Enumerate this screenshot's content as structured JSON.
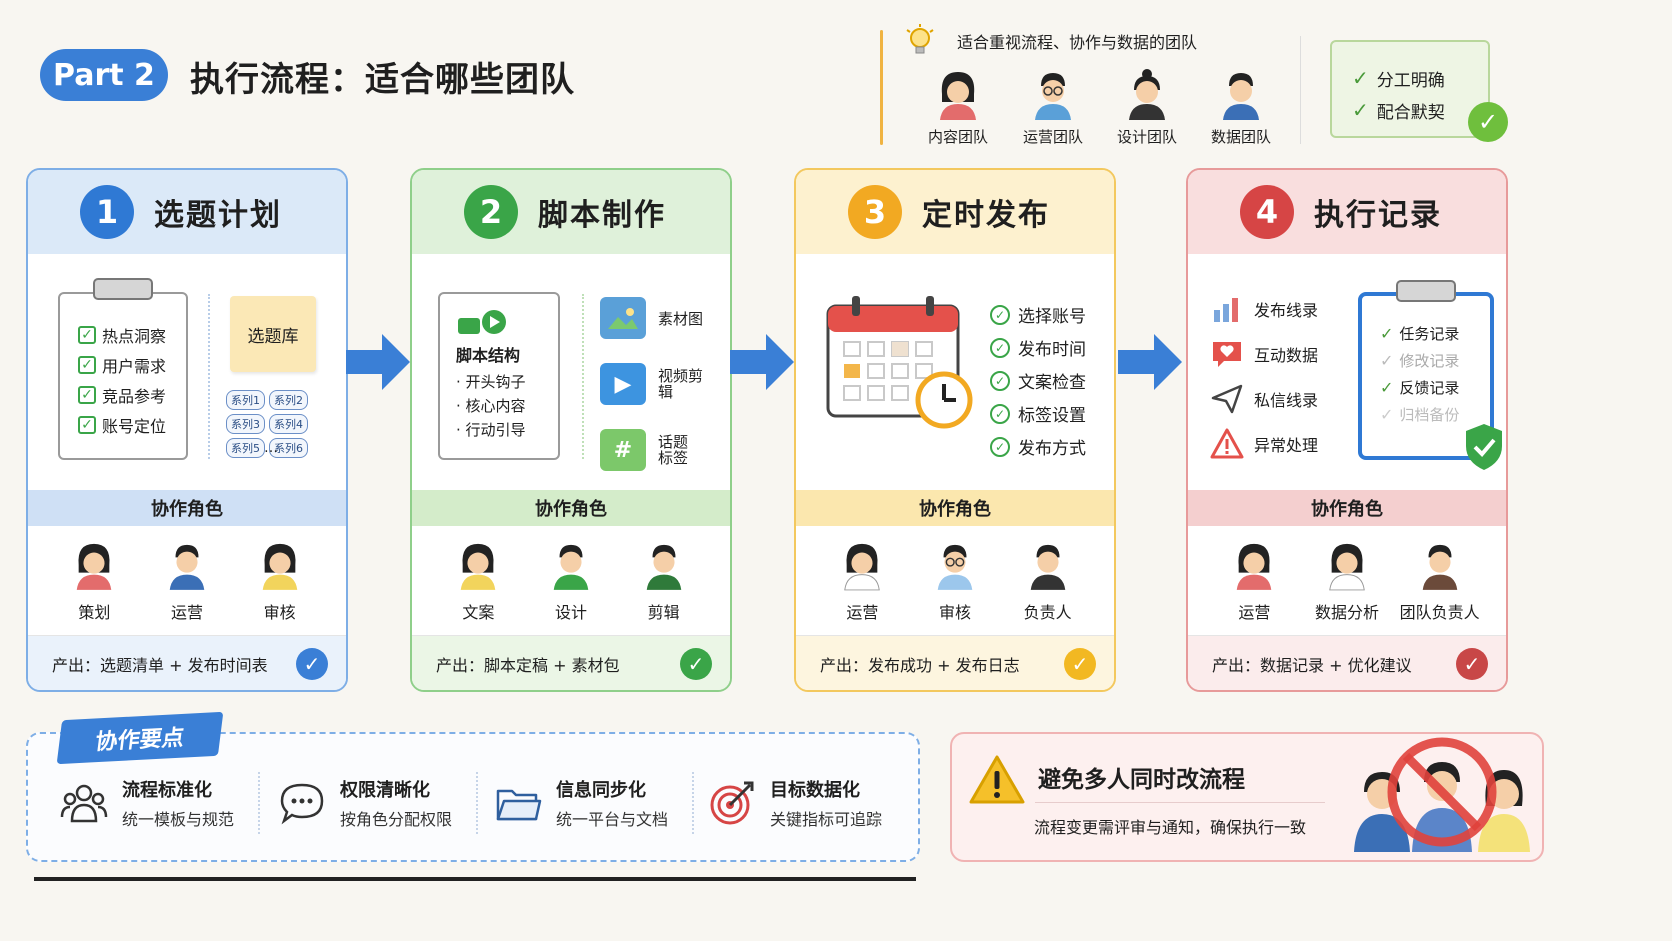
{
  "header": {
    "part_label": "Part 2",
    "title": "执行流程：适合哪些团队",
    "teams_caption": "适合重视流程、协作与数据的团队",
    "teams": [
      "内容团队",
      "运营团队",
      "设计团队",
      "数据团队"
    ],
    "note_items": [
      "分工明确",
      "配合默契"
    ]
  },
  "steps": [
    {
      "number": "1",
      "title": "选题计划",
      "checklist": [
        "热点洞察",
        "用户需求",
        "竞品参考",
        "账号定位"
      ],
      "library_label": "选题库",
      "library_chips": [
        "系列1",
        "系列2",
        "系列3",
        "系列4",
        "系列5",
        "系列6"
      ],
      "library_more": "…",
      "roles_header": "协作角色",
      "roles": [
        "策划",
        "运营",
        "审核"
      ],
      "output": "产出：选题清单 + 发布时间表"
    },
    {
      "number": "2",
      "title": "脚本制作",
      "doc_title": "脚本结构",
      "doc_items": [
        "· 开头钩子",
        "· 核心内容",
        "· 行动引导"
      ],
      "assets": [
        "素材图",
        "视频剪辑",
        "话题标签"
      ],
      "roles_header": "协作角色",
      "roles": [
        "文案",
        "设计",
        "剪辑"
      ],
      "output": "产出：脚本定稿 + 素材包"
    },
    {
      "number": "3",
      "title": "定时发布",
      "checklist": [
        "选择账号",
        "发布时间",
        "文案检查",
        "标签设置",
        "发布方式"
      ],
      "roles_header": "协作角色",
      "roles": [
        "运营",
        "审核",
        "负责人"
      ],
      "output": "产出：发布成功 + 发布日志"
    },
    {
      "number": "4",
      "title": "执行记录",
      "log_items": [
        "发布线录",
        "互动数据",
        "私信线录",
        "异常处理"
      ],
      "board_items": [
        "任务记录",
        "修改记录",
        "反馈记录",
        "归档备份"
      ],
      "roles_header": "协作角色",
      "roles": [
        "运营",
        "数据分析",
        "团队负责人"
      ],
      "output": "产出：数据记录 + 优化建议"
    }
  ],
  "tips": {
    "tag": "协作要点",
    "items": [
      {
        "title": "流程标准化",
        "sub": "统一模板与规范",
        "icon": "team-icon"
      },
      {
        "title": "权限清晰化",
        "sub": "按角色分配权限",
        "icon": "chat-icon"
      },
      {
        "title": "信息同步化",
        "sub": "统一平台与文档",
        "icon": "folder-icon"
      },
      {
        "title": "目标数据化",
        "sub": "关键指标可追踪",
        "icon": "target-icon"
      }
    ]
  },
  "warning": {
    "title": "避免多人同时改流程",
    "sub": "流程变更需评审与通知，确保执行一致"
  },
  "colors": {
    "blue": "#2f79d4",
    "green": "#3aa548",
    "yellow": "#f2a922",
    "red": "#d64545"
  }
}
